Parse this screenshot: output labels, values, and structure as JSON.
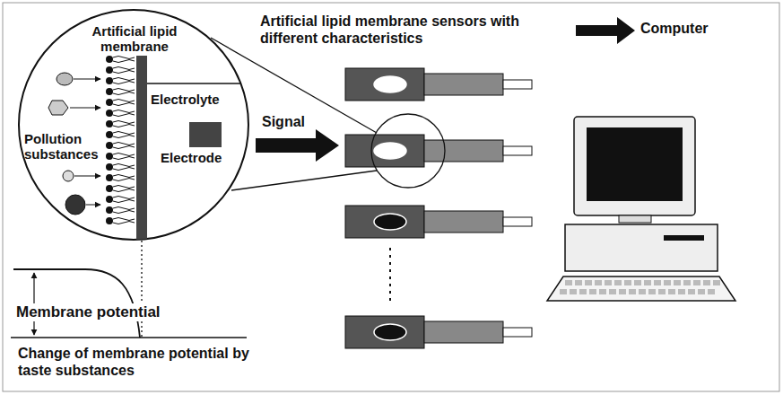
{
  "diagram": {
    "nodes": [
      {
        "text": [
          "Artificial lipid membrane",
          "Pollution substances",
          "Electrolyte"
        ]
      },
      {
        "text": [
          "Electrode"
        ],
        "in": 0
      }
    ],
    "labels": [
      "Artificial lipid membrane sensors with different characteristics",
      "Computer",
      "Signal",
      "Membrane potential",
      "Change of membrane potential by taste substances"
    ]
  }
}
